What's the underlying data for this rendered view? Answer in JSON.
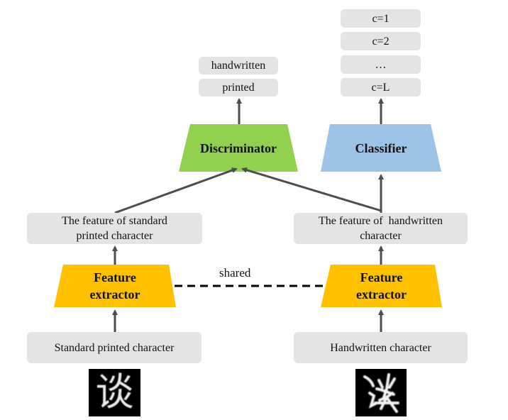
{
  "discriminator_outputs": [
    "handwritten",
    "printed"
  ],
  "classifier_outputs": [
    "c=1",
    "c=2",
    "…",
    "c=L"
  ],
  "discriminator": {
    "label": "Discriminator",
    "color": "#92d050"
  },
  "classifier": {
    "label": "Classifier",
    "color": "#9dc3e6"
  },
  "feature_printed": {
    "line1": "The feature of standard",
    "line2": "printed character"
  },
  "feature_handwritten": {
    "line1": "The feature of  handwritten",
    "line2": "character"
  },
  "extractor_left": {
    "line1": "Feature",
    "line2": "extractor",
    "color": "#ffc000"
  },
  "extractor_right": {
    "line1": "Feature",
    "line2": "extractor",
    "color": "#ffc000"
  },
  "shared_label": "shared",
  "input_printed": "Standard printed character",
  "input_handwritten": "Handwritten character",
  "image_printed": {
    "glyph": "谈",
    "description": "standard printed Chinese character image"
  },
  "image_handwritten": {
    "glyph": "谈",
    "description": "handwritten Chinese character image"
  },
  "colors": {
    "box_fill": "#e4e4e4",
    "arrow": "#4d4d4d",
    "dash": "#000000"
  }
}
